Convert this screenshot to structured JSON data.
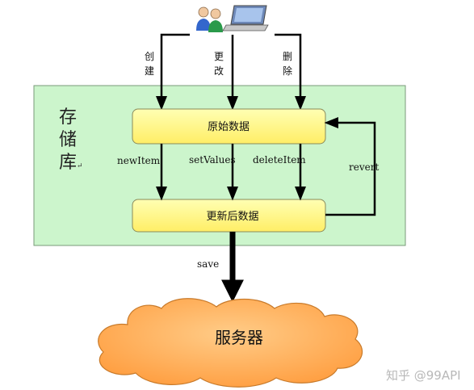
{
  "repository": {
    "label_chars": [
      "存",
      "储",
      "库"
    ]
  },
  "boxes": {
    "original": "原始数据",
    "updated": "更新后数据"
  },
  "server": {
    "label": "服务器"
  },
  "user_actions": {
    "create": [
      "创",
      "建"
    ],
    "modify": [
      "更",
      "改"
    ],
    "delete": [
      "删",
      "除"
    ]
  },
  "edges": {
    "new_item": "newItem",
    "set_values": "setValues",
    "delete_item": "deleteItem",
    "revert": "revert",
    "save": "save"
  },
  "watermark": "知乎 @99API",
  "colors": {
    "repository_fill": "#ccf5cc",
    "box_fill": "#ffff99",
    "cloud_fill": "#ffb366",
    "arrow": "#000000"
  }
}
